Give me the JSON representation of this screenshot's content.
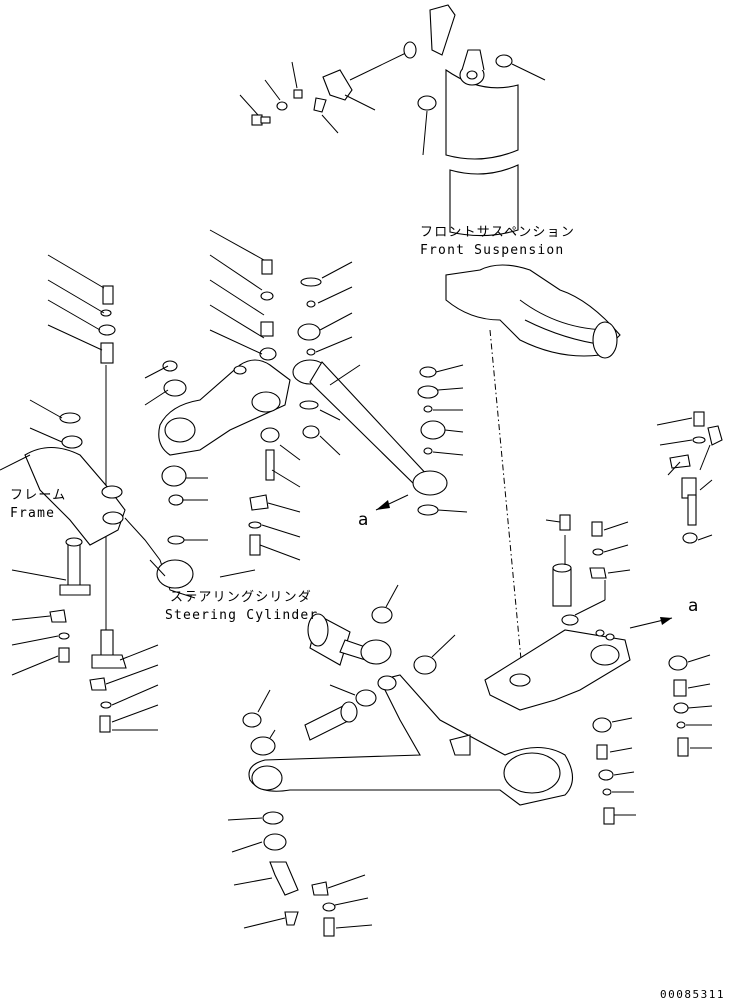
{
  "labels": {
    "front_suspension_jp": "フロントサスペンション",
    "front_suspension_en": "Front Suspension",
    "frame_jp": "フレーム",
    "frame_en": "Frame",
    "steering_cylinder_jp": "ステアリングシリンダ",
    "steering_cylinder_en": "Steering Cylinder",
    "ref_a_left": "a",
    "ref_a_right": "a"
  },
  "drawing_code": "00085311"
}
